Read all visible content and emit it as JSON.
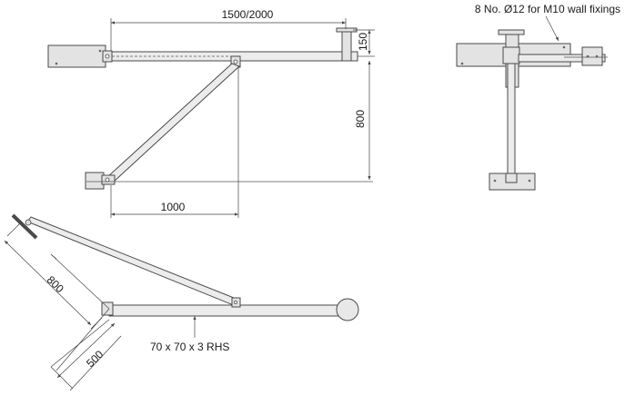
{
  "labels": {
    "top_length": "1500/2000",
    "top_depth": "150",
    "height": "800",
    "span": "1000",
    "fixings": "8 No. Ø12 for M10 wall fixings",
    "plan_diagonal": "800",
    "plan_short": "500",
    "section": "70 x 70 x 3 RHS"
  },
  "colors": {
    "steel_fill": "#e3e3e3",
    "outline": "#4a4a4a",
    "dimension_line": "#444444",
    "text": "#1a1a1a"
  }
}
